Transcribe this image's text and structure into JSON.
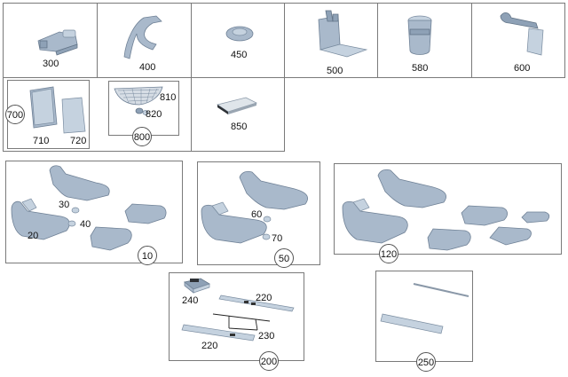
{
  "row1": [
    "300",
    "400",
    "450",
    "500",
    "580",
    "600"
  ],
  "row2": {
    "c700": "700",
    "c710": "710",
    "c720": "720",
    "c800": "800",
    "c810": "810",
    "c820": "820",
    "c850": "850"
  },
  "set10": {
    "group": "10",
    "l20": "20",
    "l30": "30",
    "l40": "40"
  },
  "set50": {
    "group": "50",
    "l60": "60",
    "l70": "70"
  },
  "set120": {
    "group": "120"
  },
  "set200": {
    "group": "200",
    "l240": "240",
    "l220a": "220",
    "l230": "230",
    "l220b": "220"
  },
  "set250": {
    "group": "250"
  }
}
